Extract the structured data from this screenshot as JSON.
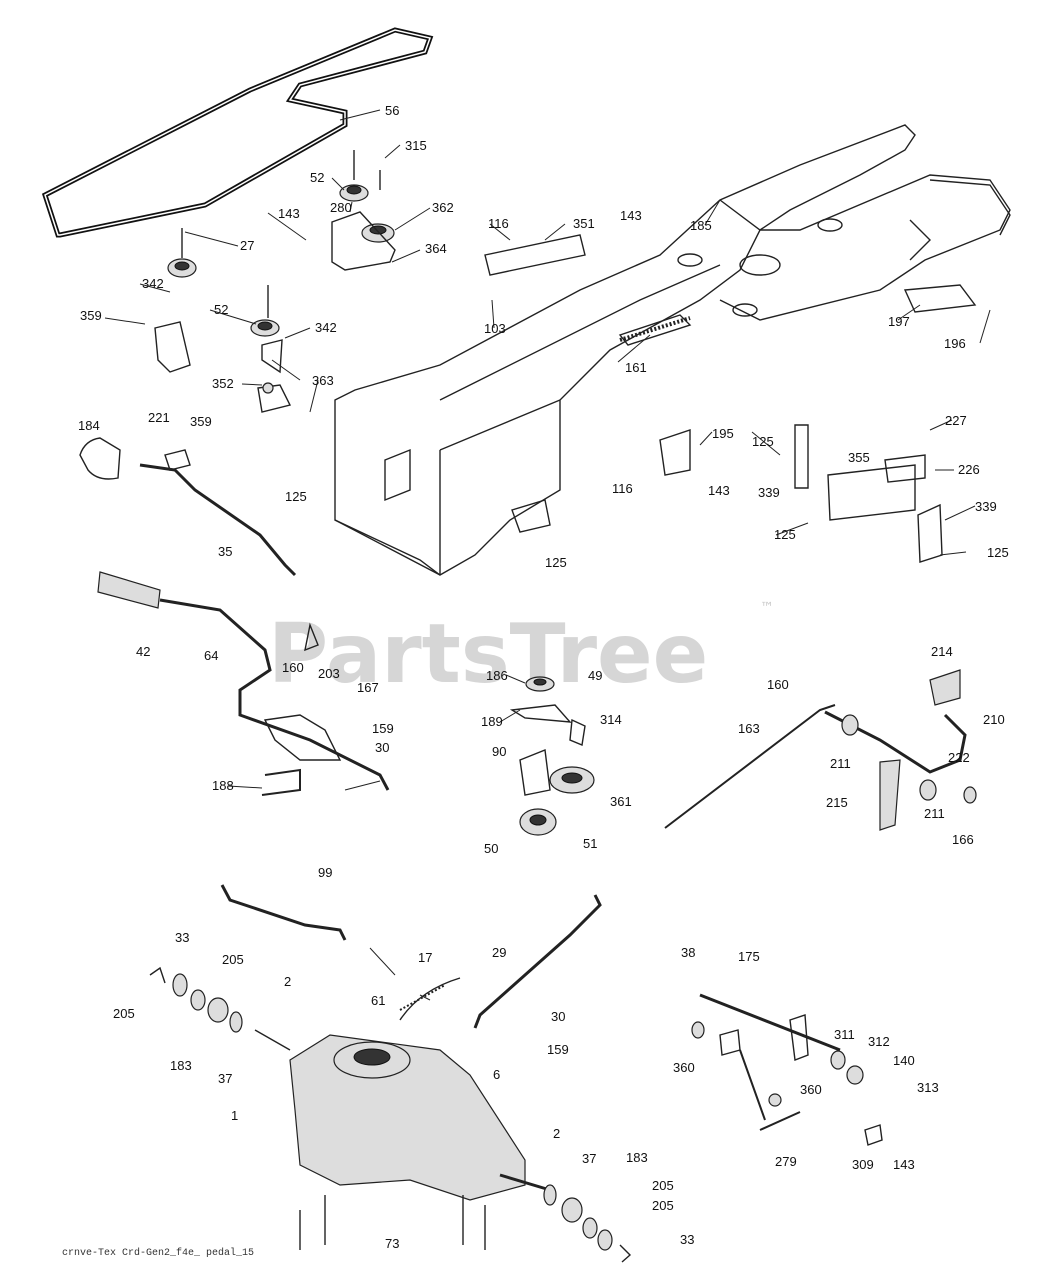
{
  "watermark": {
    "text": "PartsTree",
    "trademark": "™"
  },
  "file_label": "crnve-Tex Crd-Gen2_f4e_ pedal_15",
  "callouts": [
    "56",
    "315",
    "52",
    "280",
    "362",
    "143",
    "364",
    "27",
    "342",
    "52",
    "342",
    "359",
    "363",
    "352",
    "359",
    "184",
    "221",
    "125",
    "35",
    "116",
    "351",
    "103",
    "143",
    "185",
    "161",
    "197",
    "196",
    "125",
    "195",
    "143",
    "116",
    "227",
    "226",
    "355",
    "339",
    "339",
    "125",
    "125",
    "125",
    "42",
    "64",
    "160",
    "203",
    "167",
    "159",
    "30",
    "188",
    "186",
    "49",
    "189",
    "314",
    "90",
    "361",
    "50",
    "51",
    "160",
    "214",
    "210",
    "163",
    "211",
    "222",
    "215",
    "211",
    "166",
    "99",
    "33",
    "205",
    "205",
    "2",
    "183",
    "37",
    "17",
    "61",
    "29",
    "30",
    "159",
    "6",
    "1",
    "2",
    "37",
    "183",
    "205",
    "205",
    "33",
    "73",
    "38",
    "175",
    "360",
    "311",
    "312",
    "140",
    "313",
    "360",
    "279",
    "309",
    "143"
  ]
}
